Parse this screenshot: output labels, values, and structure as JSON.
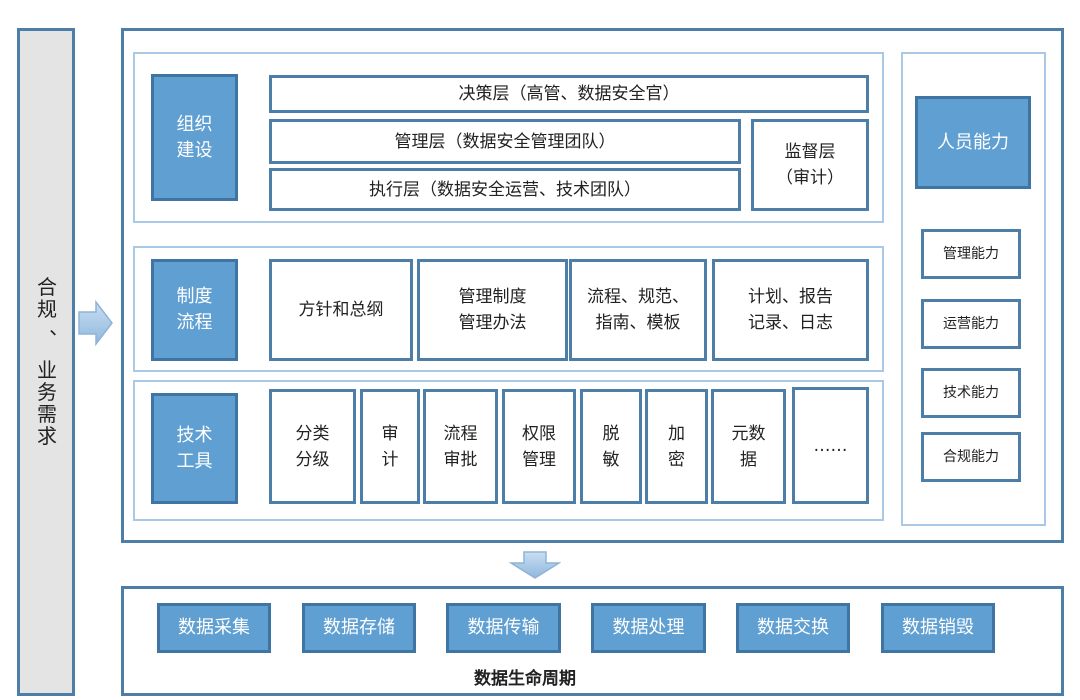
{
  "left_bar": {
    "label": "合规 、 业务需求"
  },
  "org": {
    "title": "组织\n建设",
    "decision": "决策层（高管、数据安全官）",
    "management": "管理层（数据安全管理团队）",
    "execution": "执行层（数据安全运营、技术团队）",
    "supervision": "监督层\n（审计）"
  },
  "policy": {
    "title": "制度\n流程",
    "items": [
      "方针和总纲",
      "管理制度\n管理办法",
      "流程、规范、\n指南、模板",
      "计划、报告\n记录、日志"
    ]
  },
  "tech": {
    "title": "技术\n工具",
    "items": [
      "分类\n分级",
      "审\n计",
      "流程\n审批",
      "权限\n管理",
      "脱\n敏",
      "加\n密",
      "元数\n据",
      "……"
    ]
  },
  "people": {
    "title": "人员能力",
    "items": [
      "管理能力",
      "运营能力",
      "技术能力",
      "合规能力"
    ]
  },
  "lifecycle": {
    "label": "数据生命周期",
    "items": [
      "数据采集",
      "数据存储",
      "数据传输",
      "数据处理",
      "数据交换",
      "数据销毁"
    ]
  },
  "colors": {
    "accent": "#5f9fd2",
    "border": "#4d7ea8"
  }
}
